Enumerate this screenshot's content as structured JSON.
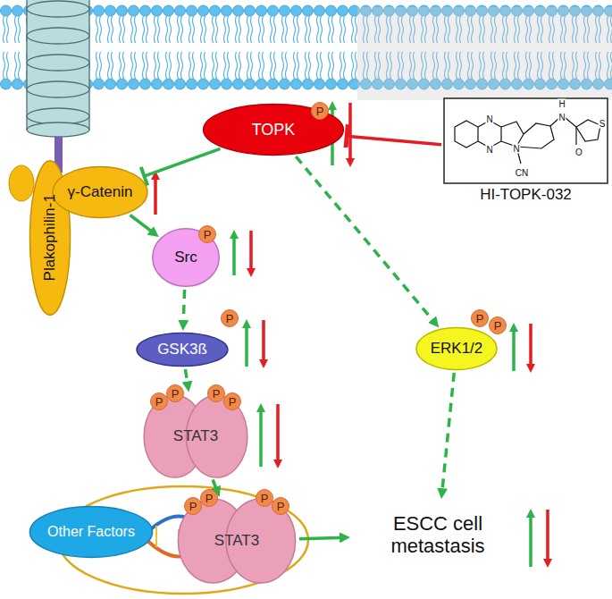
{
  "diagram": {
    "nodes": [
      {
        "text": [
          "Plakophilin-1"
        ]
      },
      {
        "text": [
          "γ-Catenin"
        ]
      },
      {
        "text": [
          "TOPK"
        ]
      },
      {
        "text": [
          "HI-TOPK-032"
        ]
      },
      {
        "text": [
          "Src"
        ]
      },
      {
        "text": [
          "GSK3ß"
        ]
      },
      {
        "text": [
          "STAT3"
        ]
      },
      {
        "text": [
          "Other Factors"
        ]
      },
      {
        "text": [
          "STAT3"
        ]
      },
      {
        "text": [
          "ERK1/2"
        ]
      },
      {
        "text": [
          "ESCC cell metastasis"
        ]
      }
    ],
    "edges": [
      {
        "from": 1,
        "to": 4,
        "arrow": "to"
      },
      {
        "from": 4,
        "to": 5,
        "arrow": "to"
      },
      {
        "from": 5,
        "to": 6,
        "arrow": "to"
      },
      {
        "from": 6,
        "to": 8,
        "arrow": "to"
      },
      {
        "from": 8,
        "to": 10,
        "arrow": "to"
      },
      {
        "from": 2,
        "to": 9,
        "arrow": "to"
      },
      {
        "from": 9,
        "to": 10,
        "arrow": "to"
      },
      {
        "from": 2,
        "to": 1,
        "arrow": "to"
      },
      {
        "from": 3,
        "to": 2,
        "arrow": "to"
      }
    ],
    "labels": [
      "P",
      "P",
      "P",
      "P",
      "P",
      "P",
      "P",
      "P",
      "P",
      "P",
      "P",
      "P",
      "P",
      "N",
      "N",
      "N",
      "H",
      "N",
      "O",
      "S",
      "CN"
    ]
  }
}
